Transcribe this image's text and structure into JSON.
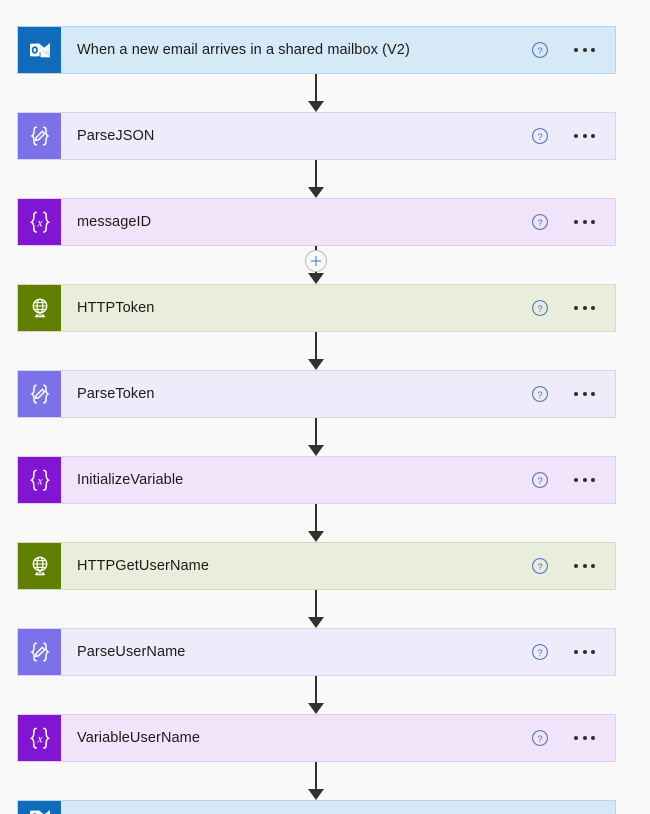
{
  "flow": {
    "background_color": "#f9f9f9",
    "connector_color": "#323130",
    "themes": {
      "outlook": {
        "icon_bg": "#0f6cbd",
        "body_bg": "#d6e9f7"
      },
      "parse": {
        "icon_bg": "#7b72e9",
        "body_bg": "#eeecfa"
      },
      "variable": {
        "icon_bg": "#8016d4",
        "body_bg": "#f1e3fa"
      },
      "http": {
        "icon_bg": "#628000",
        "body_bg": "#e8eedb"
      }
    },
    "actions": {
      "help_label": "?",
      "help_icon": "help-circle-icon",
      "more_icon": "ellipsis-icon"
    },
    "insert_button": {
      "icon": "plus-icon",
      "accent_color": "#5b8fd6"
    },
    "steps": [
      {
        "title": "When a new email arrives in a shared mailbox (V2)",
        "icon": "outlook-icon",
        "theme": "outlook"
      },
      {
        "title": "ParseJSON",
        "icon": "parse-json-icon",
        "theme": "parse"
      },
      {
        "title": "messageID",
        "icon": "variable-icon",
        "theme": "variable"
      },
      {
        "title": "HTTPToken",
        "icon": "globe-icon",
        "theme": "http"
      },
      {
        "title": "ParseToken",
        "icon": "parse-json-icon",
        "theme": "parse"
      },
      {
        "title": "InitializeVariable",
        "icon": "variable-icon",
        "theme": "variable"
      },
      {
        "title": "HTTPGetUserName",
        "icon": "globe-icon",
        "theme": "http"
      },
      {
        "title": "ParseUserName",
        "icon": "parse-json-icon",
        "theme": "parse"
      },
      {
        "title": "VariableUserName",
        "icon": "variable-icon",
        "theme": "variable"
      },
      {
        "title": "",
        "icon": "outlook-icon",
        "theme": "outlook",
        "clipped": true
      }
    ]
  }
}
